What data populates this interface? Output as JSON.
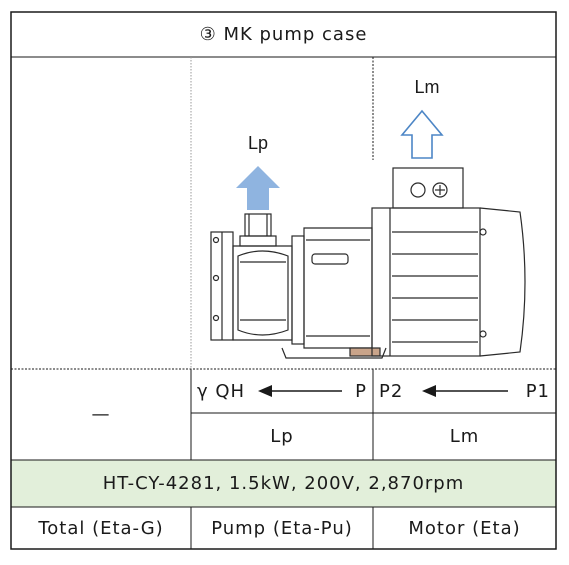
{
  "header": {
    "title": "③ MK pump case"
  },
  "diagram": {
    "lp_label": "Lp",
    "lm_label": "Lm",
    "colors": {
      "lp_arrow": "#8fb4e0",
      "lm_arrow": "#4d86c6",
      "line": "#2a2a2a"
    }
  },
  "flow_row": {
    "total_cell": "—",
    "pump_left": "γ QH",
    "pump_right": "P",
    "motor_left": "P2",
    "motor_right": "P1"
  },
  "loss_row": {
    "pump": "Lp",
    "motor": "Lm"
  },
  "spec_row": {
    "text": "HT-CY-4281, 1.5kW, 200V, 2,870rpm",
    "bg_color": "#e2efda"
  },
  "label_row": {
    "total": "Total (Eta-G)",
    "pump": "Pump (Eta-Pu)",
    "motor": "Motor (Eta)"
  }
}
